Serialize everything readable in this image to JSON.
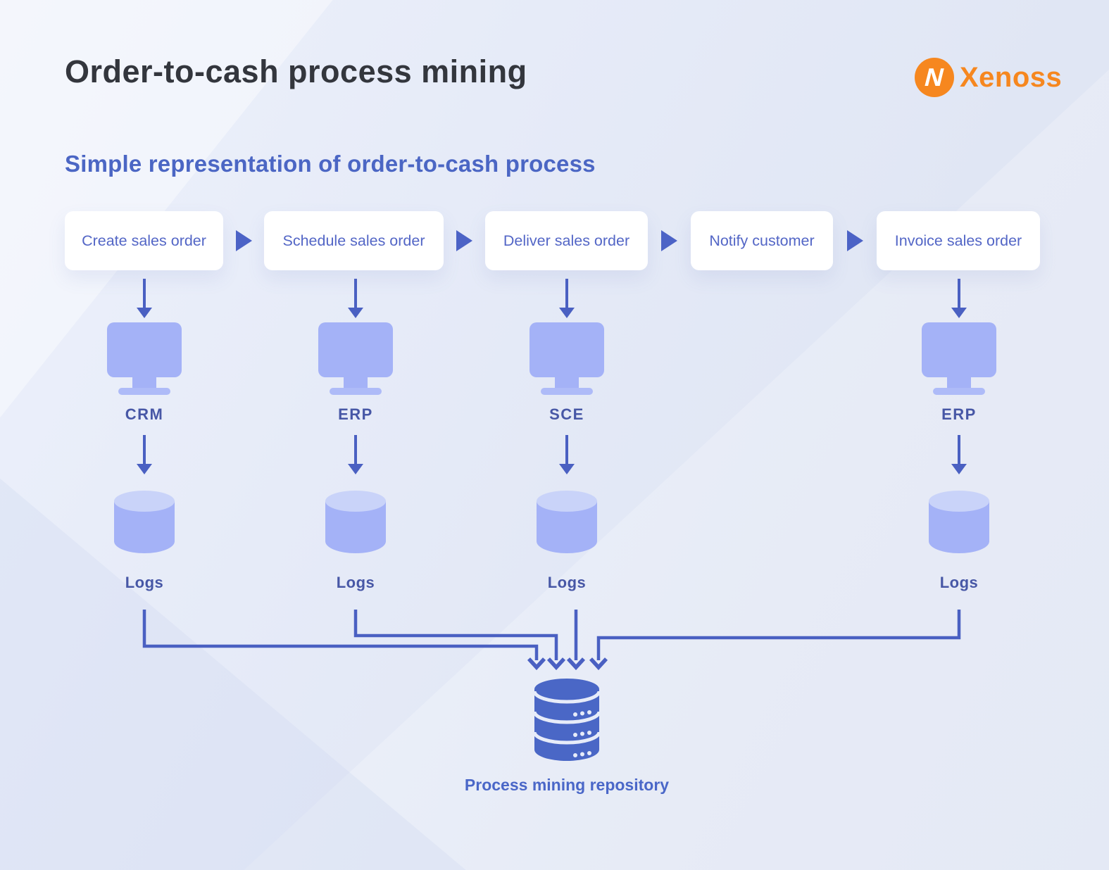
{
  "page": {
    "title": "Order-to-cash process mining"
  },
  "logo": {
    "text": "Xenoss",
    "mark_letter": "N",
    "color": "#F6871F"
  },
  "subtitle": "Simple representation of order-to-cash process",
  "flow": {
    "steps": [
      {
        "label": "Create sales order"
      },
      {
        "label": "Schedule sales order"
      },
      {
        "label": "Deliver sales order"
      },
      {
        "label": "Notify customer"
      },
      {
        "label": "Invoice sales order"
      }
    ],
    "separator_icon": "right-triangle-arrow-icon"
  },
  "columns": [
    {
      "system": "CRM",
      "store": "Logs"
    },
    {
      "system": "ERP",
      "store": "Logs"
    },
    {
      "system": "SCE",
      "store": "Logs"
    },
    {
      "system": "ERP",
      "store": "Logs"
    }
  ],
  "repository": {
    "label": "Process mining repository",
    "icon": "database-stack-icon"
  },
  "icons": {
    "monitor": "monitor-icon",
    "logs": "database-cylinder-icon",
    "down_arrow": "arrow-down-icon"
  },
  "colors": {
    "title_dark": "#33363D",
    "logo_orange": "#F6871F",
    "subtitle_blue": "#4B66C4",
    "box_text_blue": "#5366C6",
    "arrow_blue": "#4A60C2",
    "icon_periwinkle": "#A4B2F7",
    "cylinder_top": "#C9D3F9",
    "label_indigo": "#4757A6",
    "repository_blue": "#4A67C6",
    "background_lavender": "#E3E8F6"
  }
}
